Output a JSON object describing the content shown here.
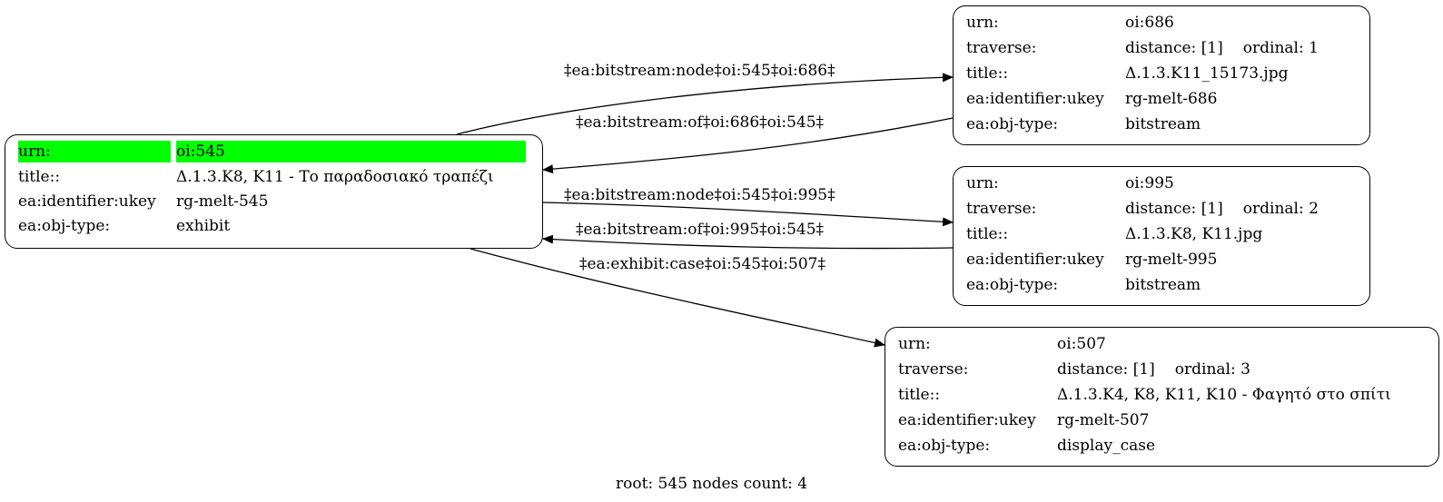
{
  "root_node": {
    "rows": [
      {
        "key": "urn:",
        "value": "oi:545"
      },
      {
        "key": "title::",
        "value": "Δ.1.3.K8, K11 - Το παραδοσιακό τραπέζι"
      },
      {
        "key": "ea:identifier:ukey",
        "value": "rg-melt-545"
      },
      {
        "key": "ea:obj-type:",
        "value": "exhibit"
      }
    ]
  },
  "nodes": [
    {
      "urn_key": "urn:",
      "urn": "oi:686",
      "traverse_key": "traverse:",
      "distance": "distance: [1]",
      "ordinal": "ordinal: 1",
      "title_key": "title::",
      "title": "Δ.1.3.K11_15173.jpg",
      "ukey_key": "ea:identifier:ukey",
      "ukey": "rg-melt-686",
      "type_key": "ea:obj-type:",
      "type": "bitstream"
    },
    {
      "urn_key": "urn:",
      "urn": "oi:995",
      "traverse_key": "traverse:",
      "distance": "distance: [1]",
      "ordinal": "ordinal: 2",
      "title_key": "title::",
      "title": "Δ.1.3.K8, K11.jpg",
      "ukey_key": "ea:identifier:ukey",
      "ukey": "rg-melt-995",
      "type_key": "ea:obj-type:",
      "type": "bitstream"
    },
    {
      "urn_key": "urn:",
      "urn": "oi:507",
      "traverse_key": "traverse:",
      "distance": "distance: [1]",
      "ordinal": "ordinal: 3",
      "title_key": "title::",
      "title": "Δ.1.3.K4, K8, K11, K10 - Φαγητό στο σπίτι",
      "ukey_key": "ea:identifier:ukey",
      "ukey": "rg-melt-507",
      "type_key": "ea:obj-type:",
      "type": "display_case"
    }
  ],
  "edges": [
    {
      "label": "‡ea:bitstream:node‡oi:545‡oi:686‡",
      "from": "oi:545",
      "to": "oi:686"
    },
    {
      "label": "‡ea:bitstream:of‡oi:686‡oi:545‡",
      "from": "oi:686",
      "to": "oi:545"
    },
    {
      "label": "‡ea:bitstream:node‡oi:545‡oi:995‡",
      "from": "oi:545",
      "to": "oi:995"
    },
    {
      "label": "‡ea:bitstream:of‡oi:995‡oi:545‡",
      "from": "oi:995",
      "to": "oi:545"
    },
    {
      "label": "‡ea:exhibit:case‡oi:545‡oi:507‡",
      "from": "oi:545",
      "to": "oi:507"
    }
  ],
  "footer": "root: 545 nodes count: 4",
  "colors": {
    "highlight": "#00ff00",
    "stroke": "#000000",
    "background": "#ffffff"
  }
}
